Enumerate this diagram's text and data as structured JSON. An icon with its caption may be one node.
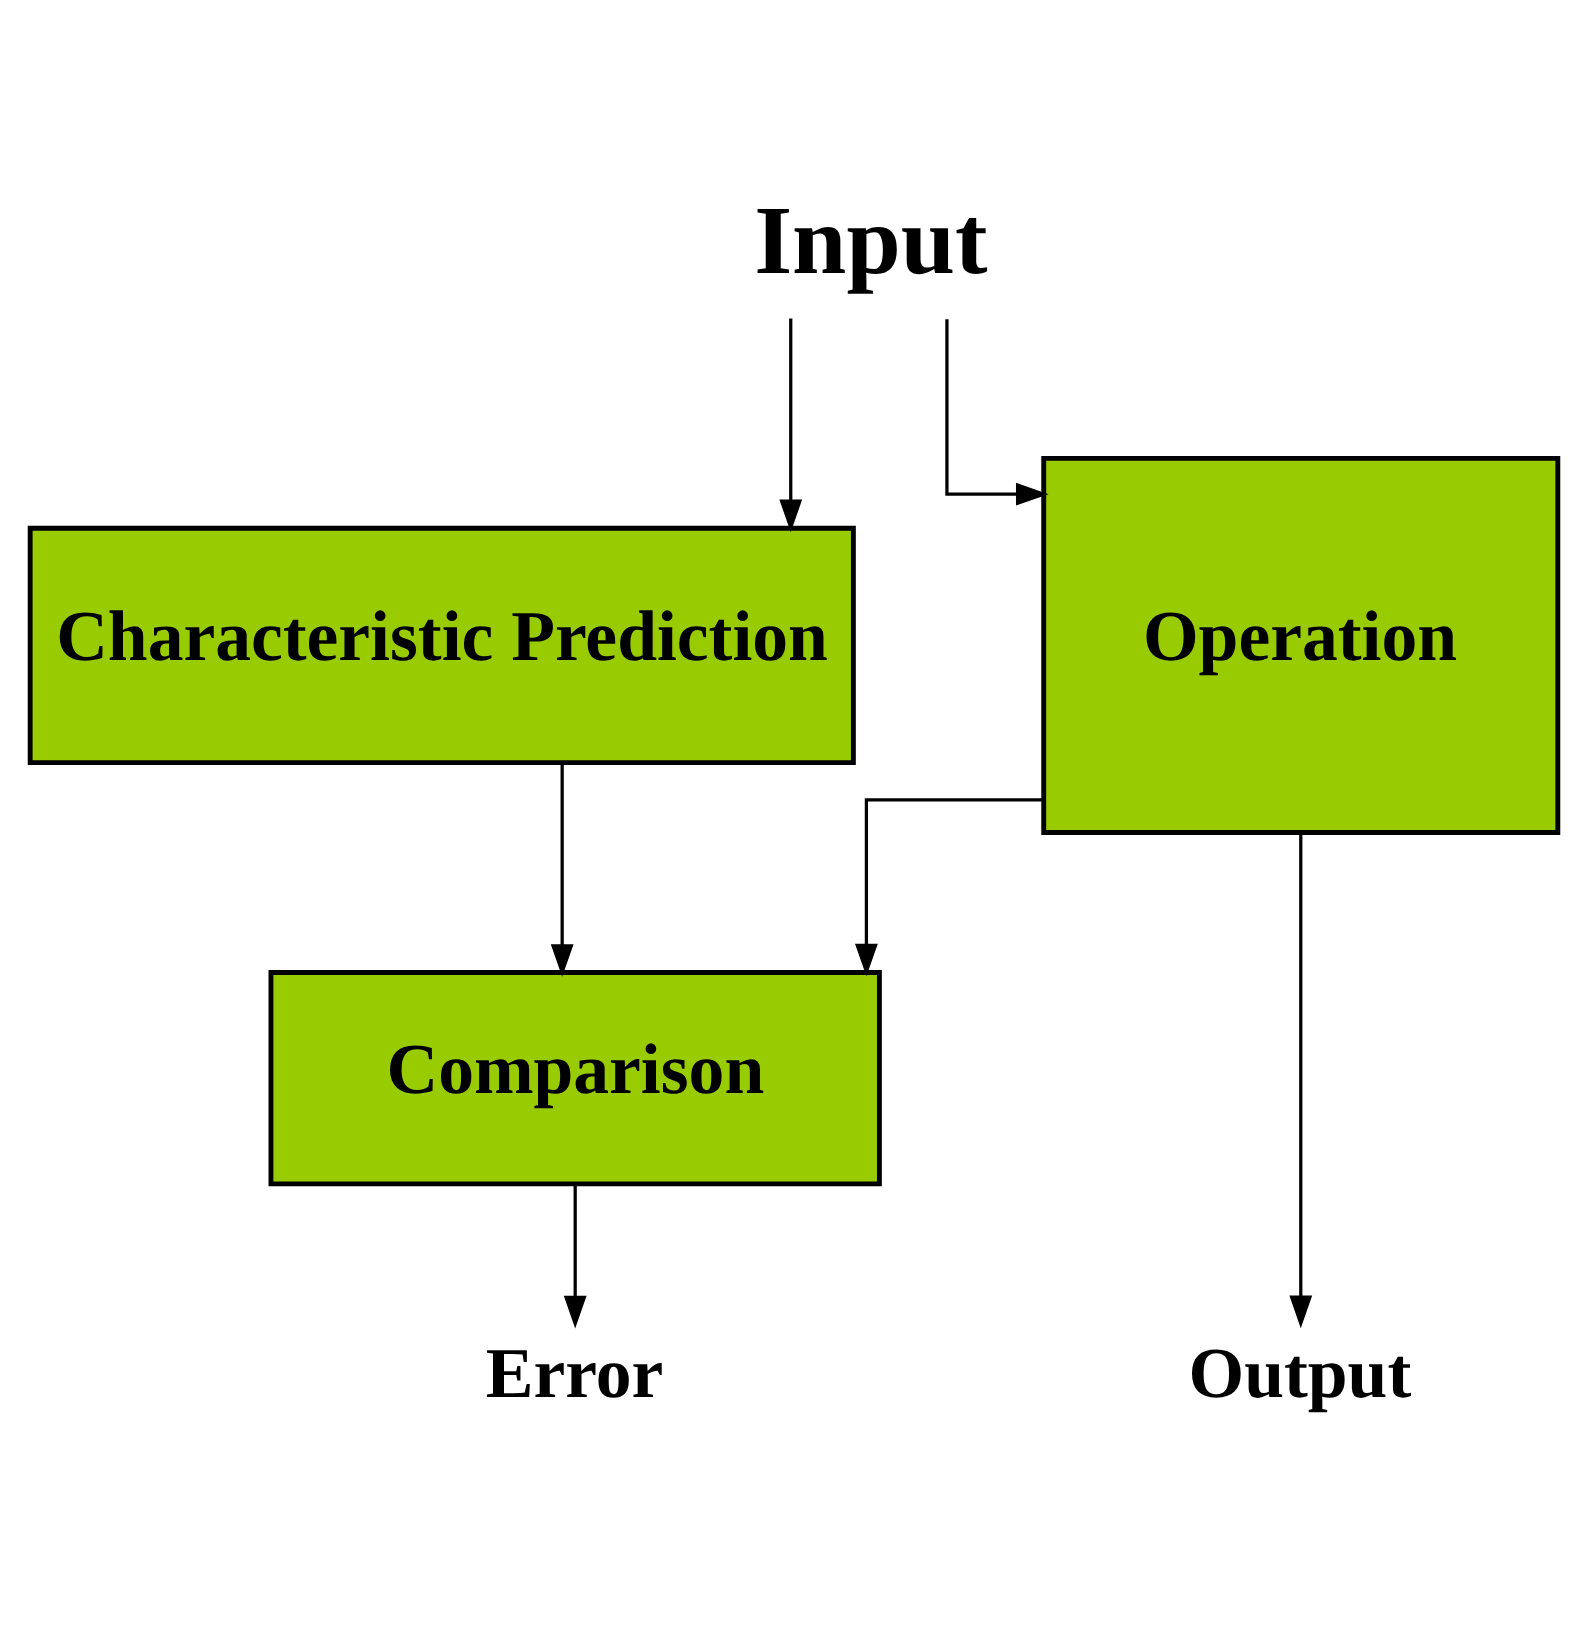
{
  "diagram": {
    "nodes": [
      {
        "text": [
          "Input"
        ]
      },
      {
        "text": [
          "Operation"
        ]
      },
      {
        "text": [
          "Characteristic Prediction"
        ]
      },
      {
        "text": [
          "Comparison"
        ]
      },
      {
        "text": [
          "Output"
        ]
      },
      {
        "text": [
          "Error"
        ]
      }
    ],
    "edges": [
      {
        "from": 0,
        "to": 1,
        "arrow": "to"
      },
      {
        "from": 0,
        "to": 2,
        "arrow": "to"
      },
      {
        "from": 2,
        "to": 3,
        "arrow": "to"
      },
      {
        "from": 1,
        "to": 3,
        "arrow": "to"
      },
      {
        "from": 1,
        "to": 4,
        "arrow": "to"
      },
      {
        "from": 3,
        "to": 5,
        "arrow": "to"
      }
    ]
  }
}
